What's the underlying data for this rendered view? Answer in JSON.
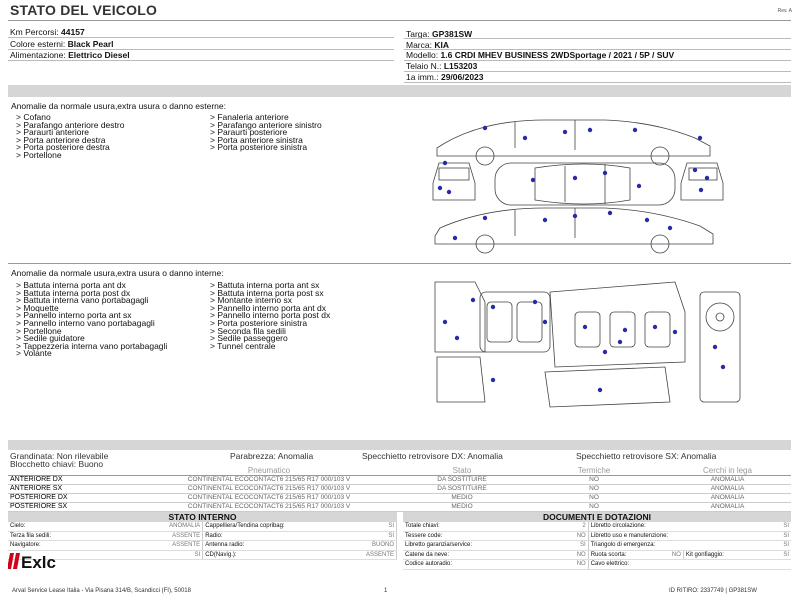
{
  "title": "STATO DEL VEICOLO",
  "revision": "Rev. A",
  "vehicle": {
    "km_label": "Km Percorsi:",
    "km_value": "44157",
    "color_label": "Colore esterni:",
    "color_value": "Black Pearl",
    "fuel_label": "Alimentazione:",
    "fuel_value": "Elettrico Diesel",
    "plate_label": "Targa:",
    "plate_value": "GP381SW",
    "brand_label": "Marca:",
    "brand_value": "KIA",
    "model_label": "Modello:",
    "model_value": "1.6 CRDI MHEV BUSINESS 2WDSportage / 2021 / 5P / SUV",
    "frame_label": "Telaio N.:",
    "frame_value": "L153203",
    "reg_label": "1a imm.:",
    "reg_value": "29/06/2023"
  },
  "exterior": {
    "title": "Anomalie da normale usura,extra usura o danno esterne:",
    "col1": [
      "> Cofano",
      "> Parafango anteriore destro",
      "> Paraurti anteriore",
      "> Porta anteriore destra",
      "> Porta posteriore destra",
      "> Portellone"
    ],
    "col2": [
      "> Fanaleria anteriore",
      "> Parafango anteriore sinistro",
      "> Paraurti posteriore",
      "> Porta anteriore sinistra",
      "> Porta posteriore sinistra"
    ]
  },
  "interior": {
    "title": "Anomalie da normale usura,extra usura o danno interne:",
    "col1": [
      "> Battuta interna porta ant dx",
      "> Battuta interna porta post dx",
      "> Battuta interna vano portabagagli",
      "> Moquette",
      "> Pannello interno porta ant sx",
      "> Pannello interno vano portabagagli",
      "> Portellone",
      "> Sedile guidatore",
      "> Tappezzeria interna vano portabagagli",
      "> Volante"
    ],
    "col2": [
      "> Battuta interna porta ant sx",
      "> Battuta interna porta post sx",
      "> Montante interno sx",
      "> Pannello interno porta ant dx",
      "> Pannello interno porta post dx",
      "> Porta posteriore sinistra",
      "> Seconda fila sedili",
      "> Sedile passeggero",
      "> Tunnel centrale"
    ]
  },
  "status_line": {
    "hail_label": "Grandinata:",
    "hail_value": "Non rilevabile",
    "windshield_label": "Parabrezza:",
    "windshield_value": "Anomalia",
    "mirror_dx_label": "Specchietto retrovisore DX:",
    "mirror_dx_value": "Anomalia",
    "mirror_sx_label": "Specchietto retrovisore SX:",
    "mirror_sx_value": "Anomalia",
    "keylock_label": "Blocchetto chiavi:",
    "keylock_value": "Buono"
  },
  "tires": {
    "headers": [
      "Pneumatico",
      "Stato",
      "Termiche",
      "Cerchi in lega"
    ],
    "rows": [
      {
        "pos": "ANTERIORE DX",
        "tire": "CONTINENTAL ECOCONTACT6 215/65 R17 000/103 V",
        "state": "DA SOSTITUIRE",
        "winter": "NO",
        "rim": "ANOMALIA"
      },
      {
        "pos": "ANTERIORE SX",
        "tire": "CONTINENTAL ECOCONTACT6 215/65 R17 000/103 V",
        "state": "DA SOSTITUIRE",
        "winter": "NO",
        "rim": "ANOMALIA"
      },
      {
        "pos": "POSTERIORE DX",
        "tire": "CONTINENTAL ECOCONTACT6 215/65 R17 000/103 V",
        "state": "MEDIO",
        "winter": "NO",
        "rim": "ANOMALIA"
      },
      {
        "pos": "POSTERIORE SX",
        "tire": "CONTINENTAL ECOCONTACT6 215/65 R17 000/103 V",
        "state": "MEDIO",
        "winter": "NO",
        "rim": "ANOMALIA"
      }
    ]
  },
  "internal_state": {
    "title": "STATO INTERNO",
    "rows": [
      [
        {
          "k": "Cielo:",
          "v": "ANOMALIA"
        },
        {
          "k": "Cappelliera/Tendina copribag:",
          "v": "SI"
        }
      ],
      [
        {
          "k": "Terza fila sedili:",
          "v": "ASSENTE"
        },
        {
          "k": "Radio:",
          "v": "SI"
        }
      ],
      [
        {
          "k": "Navigatore:",
          "v": "ASSENTE"
        },
        {
          "k": "Antenna radio:",
          "v": "BUONO"
        }
      ],
      [
        {
          "k": "",
          "v": "SI"
        },
        {
          "k": "CD(Navig.):",
          "v": "ASSENTE"
        }
      ]
    ]
  },
  "documents": {
    "title": "DOCUMENTI E DOTAZIONI",
    "rows": [
      [
        {
          "k": "Totale chiavi:",
          "v": "2"
        },
        {
          "k": "Libretto circolazione:",
          "v": "SI"
        }
      ],
      [
        {
          "k": "Tessere code:",
          "v": "NO"
        },
        {
          "k": "Libretto uso e manutenzione:",
          "v": "SI"
        }
      ],
      [
        {
          "k": "Libretto garanzia/service:",
          "v": "SI"
        },
        {
          "k": "Triangolo di emergenza:",
          "v": "SI"
        }
      ],
      [
        {
          "k": "Catene da neve:",
          "v": "NO"
        },
        {
          "k": "Ruota scorta:",
          "v": "NO"
        },
        {
          "k": "Kit gonfiaggio:",
          "v": "SI"
        }
      ],
      [
        {
          "k": "Codice autoradio:",
          "v": "NO"
        },
        {
          "k": "Cavo elettrico:",
          "v": ""
        }
      ]
    ]
  },
  "logo": "Exlc",
  "footer": {
    "company": "Arval Service Lease Italia - Via Pisana 314/B, Scandicci (FI), 50018",
    "page": "1",
    "id": "ID RITIRO: 2337749 | GP381SW"
  },
  "colors": {
    "band": "#d6d6d6",
    "pin": "#2a2aa8",
    "logo_red": "#d0021b"
  }
}
